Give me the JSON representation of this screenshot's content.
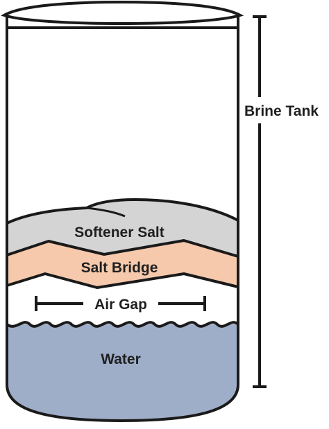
{
  "labels": {
    "brine_tank": "Brine Tank",
    "softener_salt": "Softener Salt",
    "salt_bridge": "Salt Bridge",
    "air_gap": "Air Gap",
    "water": "Water"
  },
  "colors": {
    "outline": "#1a1a1a",
    "softener_salt": "#d4d4d4",
    "salt_bridge": "#f6c9ac",
    "water": "#9eadc8",
    "background": "#ffffff"
  }
}
